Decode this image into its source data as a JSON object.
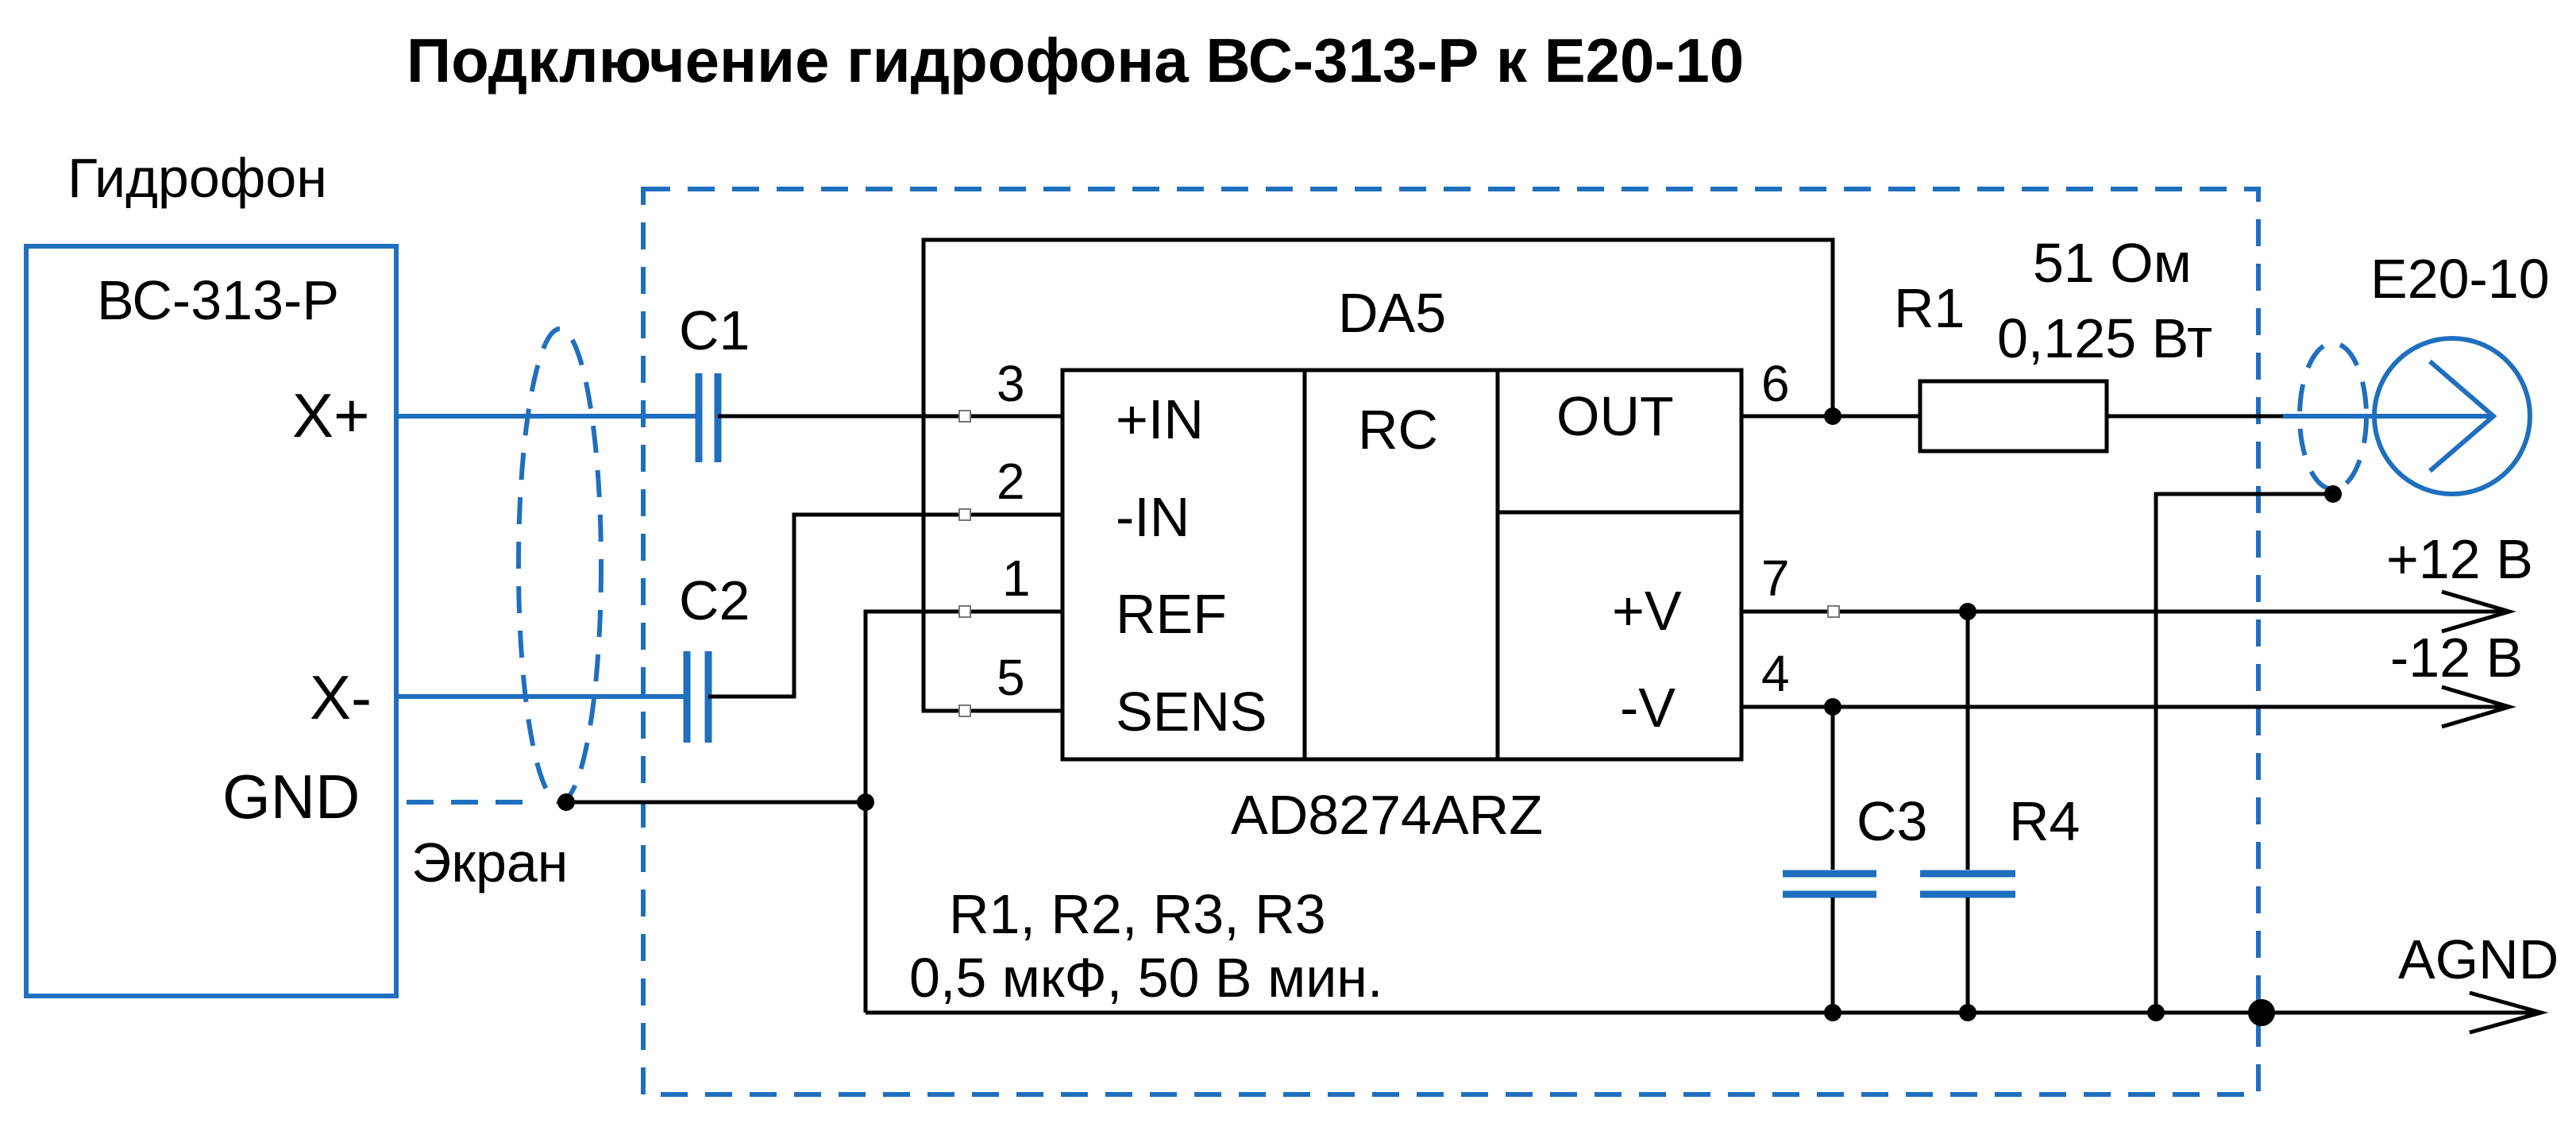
{
  "title": "Подключение гидрофона ВС-313-Р к E20-10",
  "hydrophone": {
    "heading": "Гидрофон",
    "model": "ВС-313-Р",
    "pin_xplus": "X+",
    "pin_xminus": "X-",
    "pin_gnd": "GND"
  },
  "shield_label": "Экран",
  "capacitors": {
    "c1": "C1",
    "c2": "C2",
    "c3": "C3"
  },
  "amplifier": {
    "designator": "DA5",
    "part": "AD8274ARZ",
    "center_label": "RC",
    "inputs": [
      {
        "num": "3",
        "name": "+IN"
      },
      {
        "num": "2",
        "name": "-IN"
      },
      {
        "num": "1",
        "name": "REF"
      },
      {
        "num": "5",
        "name": "SENS"
      }
    ],
    "outputs": [
      {
        "num": "6",
        "name": "OUT"
      },
      {
        "num": "7",
        "name": "+V"
      },
      {
        "num": "4",
        "name": "-V"
      }
    ]
  },
  "r1": {
    "name": "R1",
    "value": "51 Ом",
    "power": "0,125 Вт"
  },
  "r4": {
    "name": "R4"
  },
  "note": {
    "line1": "R1, R2, R3, R3",
    "line2": "0,5 мкФ, 50 В мин."
  },
  "connector": {
    "name": "E20-10"
  },
  "supplies": {
    "pos": "+12 В",
    "neg": "-12 В",
    "ground": "AGND"
  },
  "colors": {
    "blue": "#1f6fbf",
    "black": "#000000"
  }
}
